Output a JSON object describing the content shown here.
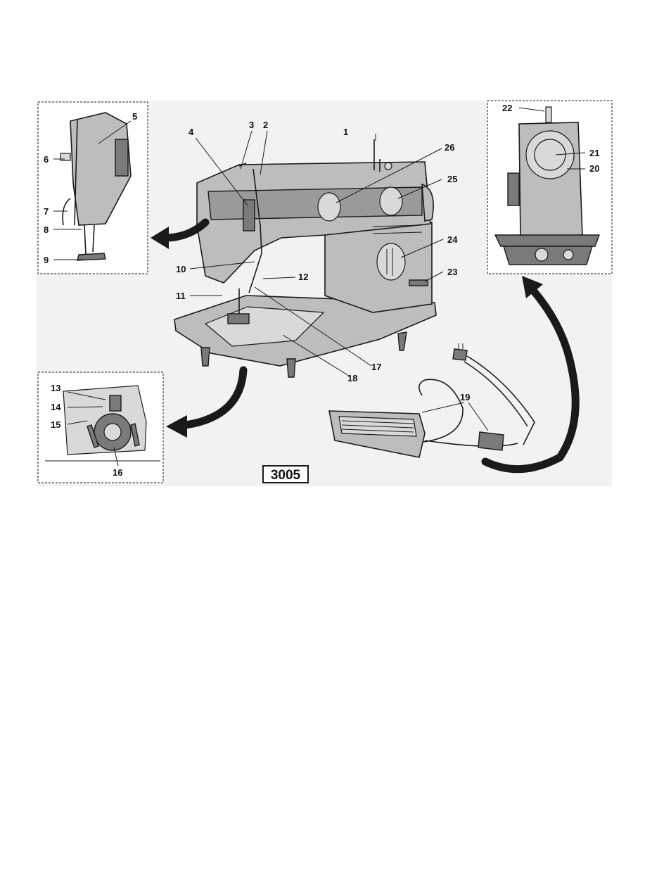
{
  "model_number": "3005",
  "callouts": [
    "1",
    "2",
    "3",
    "4",
    "5",
    "6",
    "7",
    "8",
    "9",
    "10",
    "11",
    "12",
    "13",
    "14",
    "15",
    "16",
    "17",
    "18",
    "19",
    "20",
    "21",
    "22",
    "23",
    "24",
    "25",
    "26"
  ]
}
